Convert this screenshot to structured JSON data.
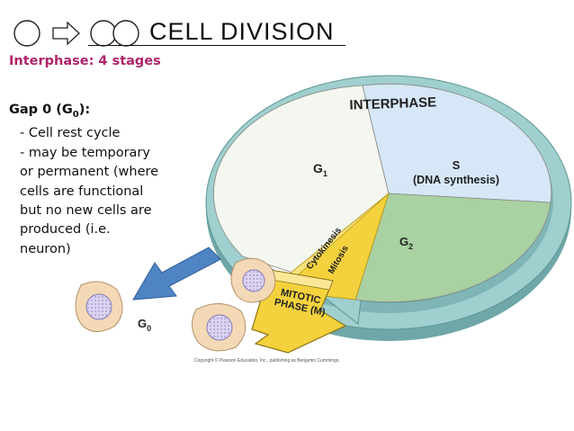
{
  "header": {
    "title": "CELL DIVISION",
    "colors": {
      "title": "#111111"
    }
  },
  "subtitle": "Interphase: 4 stages",
  "content": {
    "heading_prefix": "Gap 0 (G",
    "heading_sub": "0",
    "heading_suffix": "):",
    "lines": [
      "- Cell rest cycle",
      "- may be temporary",
      "or permanent (where",
      "cells are functional",
      "but no new cells are",
      "produced (i.e.",
      "neuron)"
    ]
  },
  "diagram": {
    "interphase_label": "INTERPHASE",
    "g1_label": "G",
    "g1_sub": "1",
    "s_label": "S",
    "s_desc": "(DNA synthesis)",
    "g2_label": "G",
    "g2_sub": "2",
    "cytokinesis": "Cytokinesis",
    "mitosis": "Mitosis",
    "mitotic_line1": "MITOTIC",
    "mitotic_line2": "PHASE (M)",
    "g0_label": "G",
    "g0_sub": "0",
    "copyright": "Copyright © Pearson Education, Inc., publishing as Benjamin Cummings.",
    "colors": {
      "ring": "#8fc3c3",
      "g1": "#f3f7ef",
      "s": "#d6e8f7",
      "g2": "#a9d1a1",
      "mitotic": "#f4d23d",
      "arrow_blue": "#4f84c4"
    }
  }
}
